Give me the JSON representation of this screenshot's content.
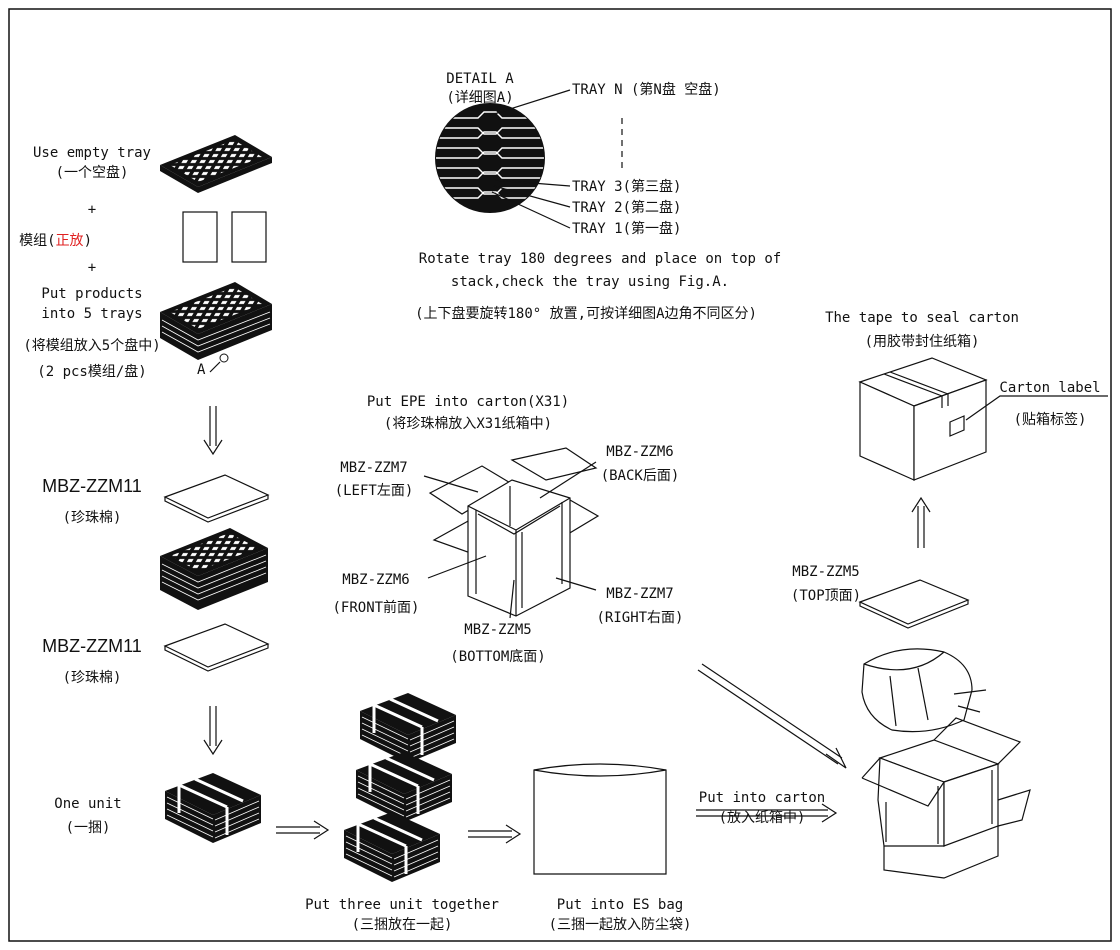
{
  "step1": {
    "empty_tray_en": "Use empty tray",
    "empty_tray_cn": "(一个空盘)",
    "plus1": "+",
    "module_cn_pre": "模组(",
    "module_cn_red": "正放",
    "module_cn_post": ")",
    "plus2": "+",
    "put_products_1": "Put products",
    "put_products_2": "into 5 trays",
    "put_products_cn": "(将模组放入5个盘中)",
    "pcs_per_tray": "(2 pcs模组/盘)",
    "detail_marker": "A"
  },
  "detail": {
    "title": "DETAIL A",
    "title_cn": "(详细图A)",
    "tray_n": "TRAY N  (第N盘 空盘)",
    "tray_3": "TRAY 3(第三盘)",
    "tray_2": "TRAY 2(第二盘)",
    "tray_1": "TRAY 1(第一盘)",
    "rotate_1": "Rotate tray 180 degrees and place on top of",
    "rotate_2": "stack,check the tray using Fig.A.",
    "rotate_cn": "(上下盘要旋转180° 放置,可按详细图A边角不同区分)"
  },
  "foam": {
    "top_code": "MBZ-ZZM11",
    "top_cn": "(珍珠棉)",
    "bottom_code": "MBZ-ZZM11",
    "bottom_cn": "(珍珠棉)"
  },
  "epe": {
    "title": "Put EPE into  carton(X31)",
    "title_cn": "(将珍珠棉放入X31纸箱中)",
    "left_code": "MBZ-ZZM7",
    "left_cn": "(LEFT左面)",
    "back_code": "MBZ-ZZM6",
    "back_cn": "(BACK后面)",
    "front_code": "MBZ-ZZM6",
    "front_cn": "(FRONT前面)",
    "right_code": "MBZ-ZZM7",
    "right_cn": "(RIGHT右面)",
    "bottom_code": "MBZ-ZZM5",
    "bottom_cn": "(BOTTOM底面)"
  },
  "seal": {
    "tape_en": "The tape to seal carton",
    "tape_cn": "(用胶带封住纸箱)",
    "label_en": "Carton label",
    "label_cn": "(贴箱标签)",
    "top_code": "MBZ-ZZM5",
    "top_cn": "(TOP顶面)"
  },
  "bottom_row": {
    "one_unit_en": "One unit",
    "one_unit_cn": "(一捆)",
    "three_en": "Put three unit together",
    "three_cn": "(三捆放在一起)",
    "es_bag_en": "Put into ES bag",
    "es_bag_cn": "(三捆一起放入防尘袋)",
    "carton_en": "Put into carton",
    "carton_cn": "(放入纸箱中)"
  },
  "colors": {
    "line": "#111111",
    "accent_red": "#e02020",
    "background": "#ffffff"
  }
}
